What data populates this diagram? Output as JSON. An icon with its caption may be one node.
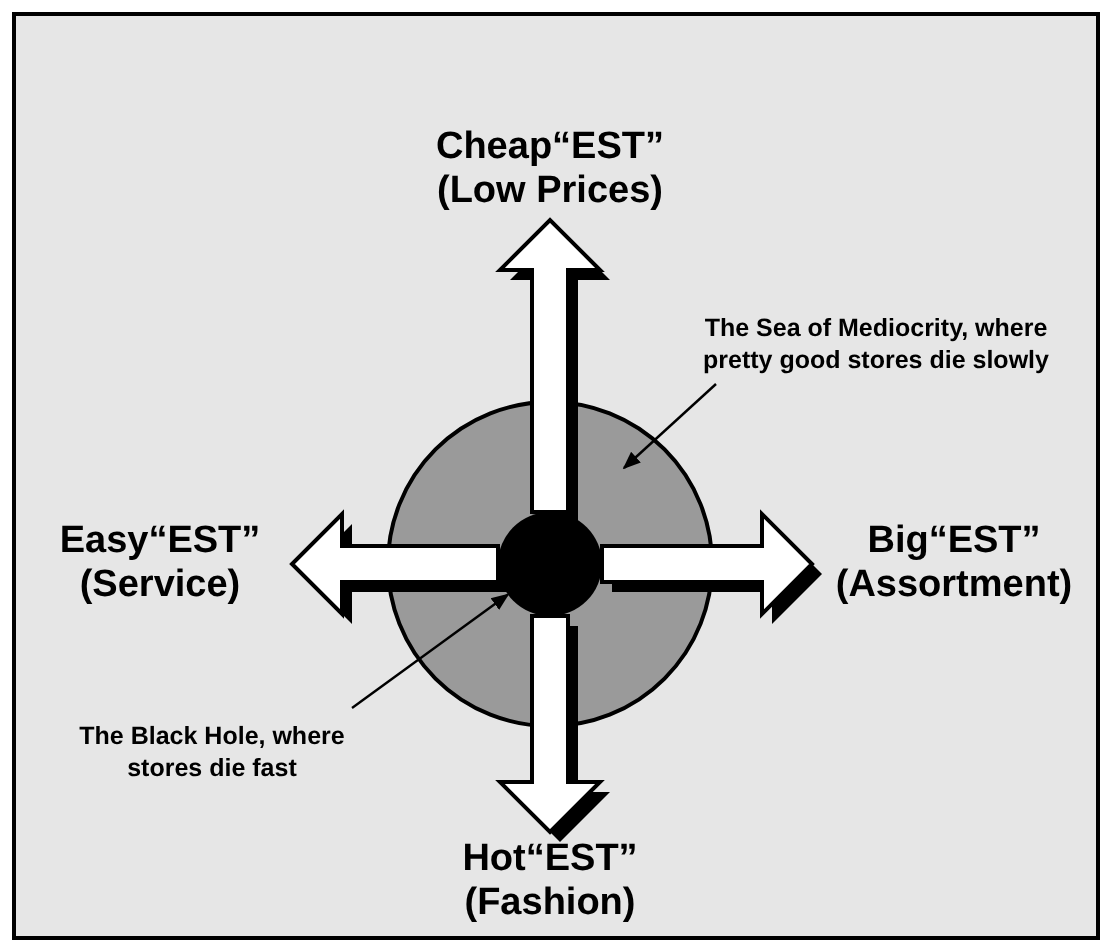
{
  "diagram": {
    "nodes": [
      {
        "text": [
          "Cheap“EST” (Low Prices)"
        ]
      },
      {
        "text": [
          "Easy“EST” (Service)"
        ]
      },
      {
        "text": [
          "Big“EST” (Assortment)"
        ]
      },
      {
        "text": [
          "Hot“EST” (Fashion)"
        ]
      },
      {
        "text": [],
        "shape": "circle"
      },
      {
        "text": [],
        "shape": "circle",
        "in": 4
      },
      {
        "text": [
          "The Sea of Mediocrity, where pretty good stores die slowly"
        ]
      },
      {
        "text": [
          "The Black Hole, where stores die fast"
        ]
      }
    ],
    "edges": [
      {
        "from": 5,
        "to": 0,
        "arrow": "to",
        "style": "thick"
      },
      {
        "from": 5,
        "to": 1,
        "arrow": "to",
        "style": "thick"
      },
      {
        "from": 5,
        "to": 2,
        "arrow": "to",
        "style": "thick"
      },
      {
        "from": 5,
        "to": 3,
        "arrow": "to",
        "style": "thick"
      },
      {
        "from": 6,
        "to": 4,
        "arrow": "to"
      },
      {
        "from": 7,
        "to": 5,
        "arrow": "to"
      }
    ]
  }
}
